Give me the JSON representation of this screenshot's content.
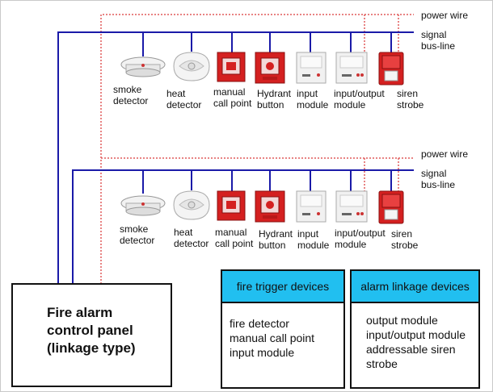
{
  "wire_labels": {
    "power_wire": "power wire",
    "signal_bus_line": "signal\nbus-line"
  },
  "device_labels": {
    "smoke_detector": "smoke\ndetector",
    "heat_detector": "heat\ndetector",
    "manual_call_point": "manual\ncall point",
    "hydrant_button": "Hydrant\nbutton",
    "input_module": "input\nmodule",
    "input_output_module": "input/output\nmodule",
    "siren_strobe": "siren\nstrobe"
  },
  "control_panel": {
    "title": "Fire alarm\ncontrol panel\n(linkage type)"
  },
  "fire_trigger_devices": {
    "header": "fire trigger devices",
    "items": [
      "fire detector",
      "manual call point",
      "input module"
    ]
  },
  "alarm_linkage_devices": {
    "header": "alarm linkage devices",
    "items": [
      "output module",
      "input/output module",
      "addressable siren",
      "strobe"
    ]
  },
  "colors": {
    "signal_wire": "#1a1aa8",
    "power_wire": "#e05a5a",
    "header_fill": "#21bff0",
    "device_red": "#d42020"
  }
}
